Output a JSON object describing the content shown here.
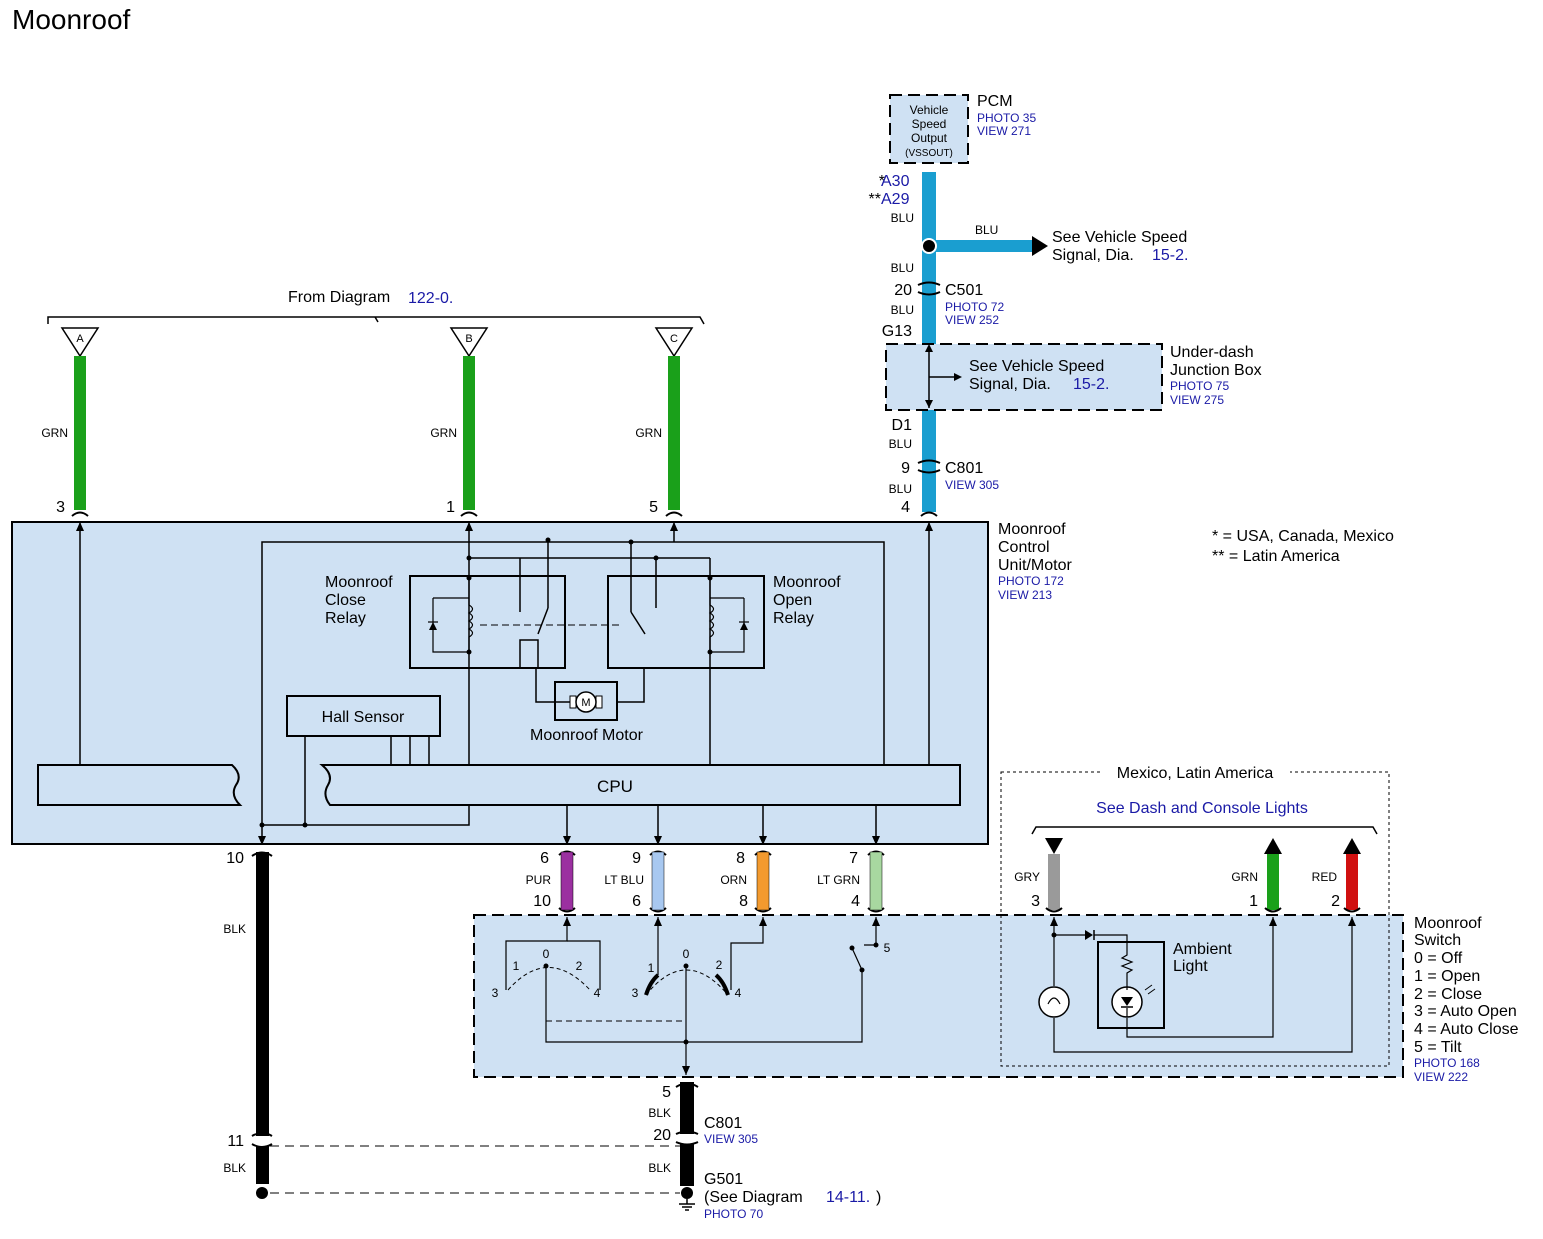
{
  "title": "Moonroof",
  "from_diagram": {
    "prefix": "From Diagram",
    "ref": "122-0."
  },
  "inputs": [
    {
      "letter": "A",
      "wire": "GRN",
      "pin": "3"
    },
    {
      "letter": "B",
      "wire": "GRN",
      "pin": "1"
    },
    {
      "letter": "C",
      "wire": "GRN",
      "pin": "5"
    }
  ],
  "pcm": {
    "name": "PCM",
    "photo": "PHOTO 35",
    "view": "VIEW 271",
    "box": [
      "Vehicle",
      "Speed",
      "Output",
      "(VSSOUT)"
    ],
    "pin1_star": "*",
    "pin1": "A30",
    "pin2_star": "**",
    "pin2": "A29"
  },
  "speed_signal": {
    "branch_wire": "BLU",
    "text1": "See Vehicle Speed",
    "text2": "Signal,  Dia.",
    "ref": "15-2."
  },
  "wire_labels": {
    "blu": "BLU",
    "grn": "GRN",
    "blk": "BLK"
  },
  "c501": {
    "name": "C501",
    "pin_top": "20",
    "pin_bottom": "G13",
    "photo": "PHOTO 72",
    "view": "VIEW 252"
  },
  "junction_box": {
    "name1": "Under-dash",
    "name2": "Junction Box",
    "photo": "PHOTO 75",
    "view": "VIEW 275",
    "text1": "See Vehicle Speed",
    "text2": "Signal,   Dia.",
    "ref": "15-2.",
    "pin_out": "D1"
  },
  "c801_top": {
    "name": "C801",
    "pin_top": "9",
    "pin_bottom": "4",
    "view": "VIEW 305"
  },
  "control_unit": {
    "name": [
      "Moonroof",
      "Control",
      "Unit/Motor"
    ],
    "photo": "PHOTO 172",
    "view": "VIEW 213",
    "close_relay": [
      "Moonroof",
      "Close",
      "Relay"
    ],
    "open_relay": [
      "Moonroof",
      "Open",
      "Relay"
    ],
    "hall": "Hall Sensor",
    "motor": "Moonroof Motor",
    "motor_symbol": "M",
    "cpu": "CPU"
  },
  "legend": {
    "l1": "* = USA, Canada, Mexico",
    "l2": "** = Latin America"
  },
  "switch_wires": [
    {
      "pin_top": "6",
      "wire": "PUR",
      "pin_bottom": "10",
      "color": "#9b30a0"
    },
    {
      "pin_top": "9",
      "wire": "LT BLU",
      "pin_bottom": "6",
      "color": "#a8c8f0"
    },
    {
      "pin_top": "8",
      "wire": "ORN",
      "pin_bottom": "8",
      "color": "#f39a2e"
    },
    {
      "pin_top": "7",
      "wire": "LT GRN",
      "pin_bottom": "4",
      "color": "#a8d8a0"
    }
  ],
  "ground_left": {
    "pin_top": "10",
    "pin_bottom": "11"
  },
  "region": {
    "label": "Mexico, Latin America",
    "lights": "See Dash and Console Lights"
  },
  "light_wires": [
    {
      "wire": "GRY",
      "pin": "3",
      "color": "#9a9a9a"
    },
    {
      "wire": "GRN",
      "pin": "1",
      "color": "#1aa01a"
    },
    {
      "wire": "RED",
      "pin": "2",
      "color": "#d01010"
    }
  ],
  "ambient": [
    "Ambient",
    "Light"
  ],
  "moonroof_switch": {
    "name": [
      "Moonroof",
      "Switch"
    ],
    "positions": [
      "0 = Off",
      "1 = Open",
      "2 = Close",
      "3 = Auto Open",
      "4 = Auto Close",
      "5 = Tilt"
    ],
    "photo": "PHOTO 168",
    "view": "VIEW 222",
    "contacts": [
      "0",
      "1",
      "2",
      "3",
      "4",
      "5"
    ]
  },
  "c801_bottom": {
    "name": "C801",
    "pin_top": "5",
    "pin_bottom": "20",
    "view": "VIEW 305"
  },
  "g501": {
    "name": "G501",
    "text": "(See Diagram",
    "ref": "14-11.",
    "close": ")",
    "photo": "PHOTO 70"
  },
  "colors": {
    "grn": "#1aa01a",
    "blu": "#1a9ed0",
    "blk": "#000000",
    "box": "#cfe1f3"
  }
}
